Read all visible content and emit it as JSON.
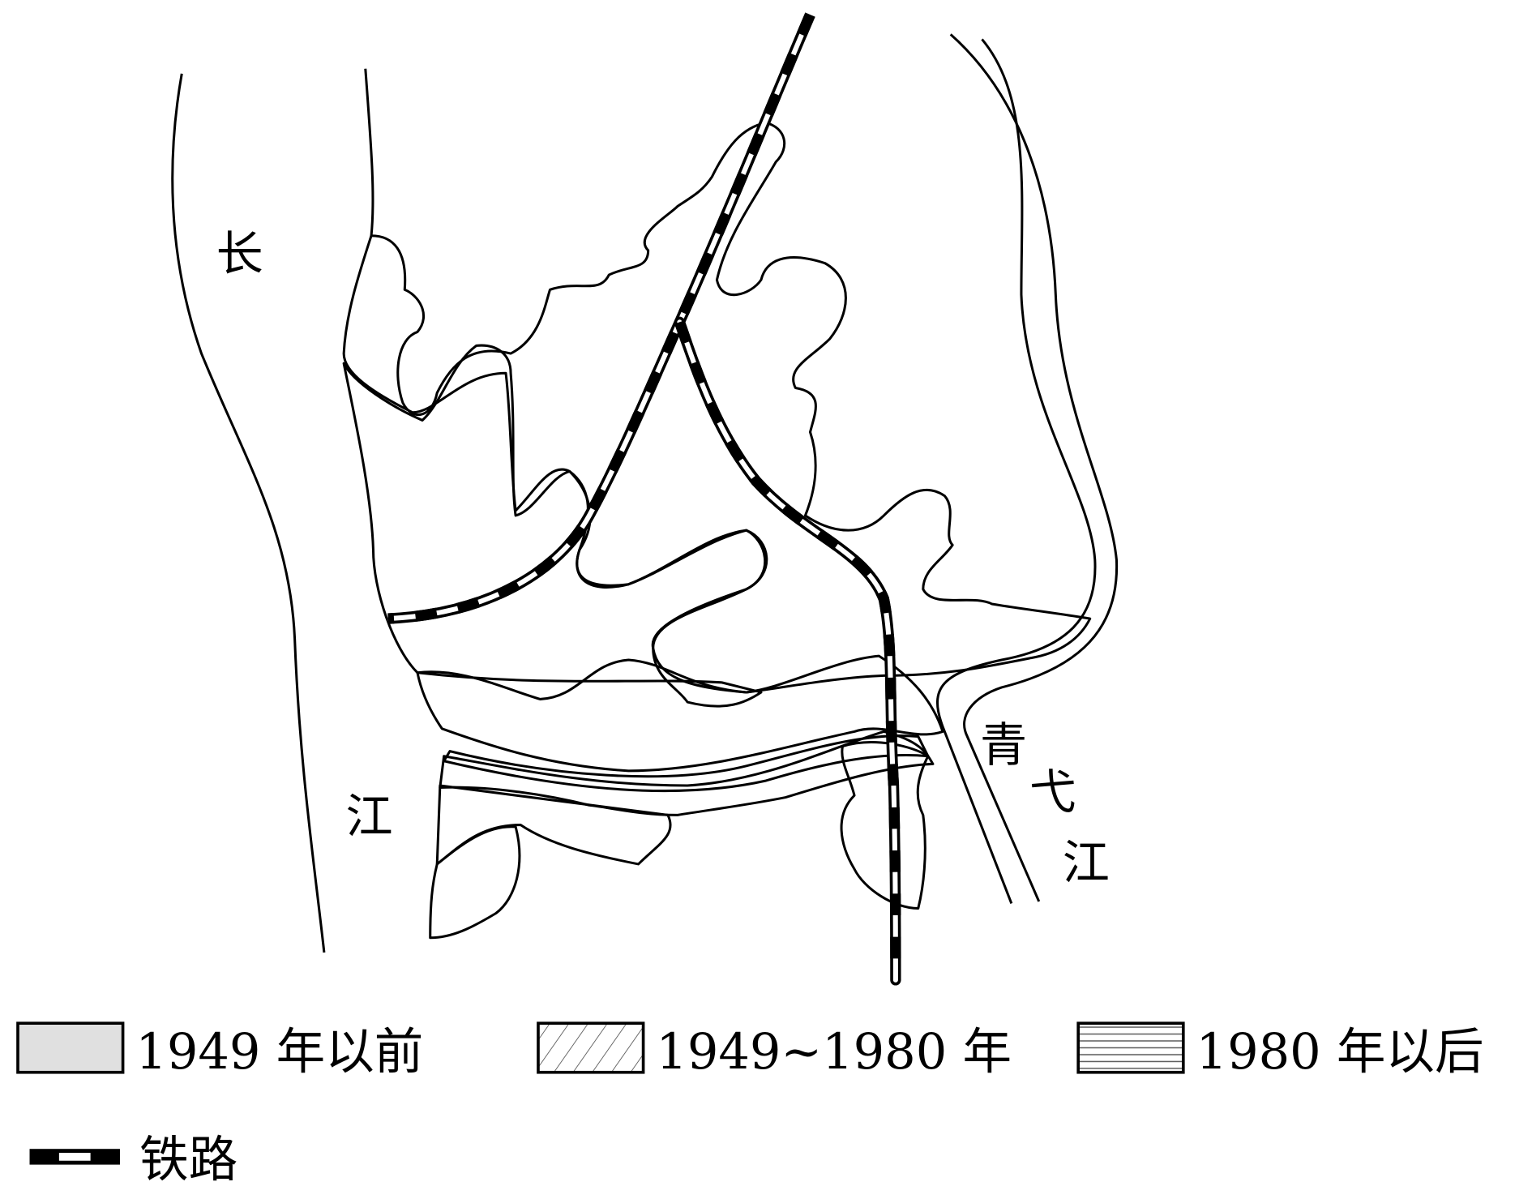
{
  "map": {
    "labels": {
      "changjiang_1": "长",
      "changjiang_2": "江",
      "qingyi_1": "青",
      "qingyi_2": "弋",
      "qingyi_3": "江"
    }
  },
  "legend": {
    "items": [
      {
        "label": "1949 年以前",
        "fill": "#e0e0e0"
      },
      {
        "label": "1949~1980 年",
        "fill": "diagonal-hatch"
      },
      {
        "label": "1980 年以后",
        "fill": "horizontal-hatch"
      }
    ],
    "railway": {
      "label": "铁路"
    }
  },
  "colors": {
    "pre1949": "#e0e0e0",
    "line": "#000000",
    "hatch": "#555555"
  }
}
